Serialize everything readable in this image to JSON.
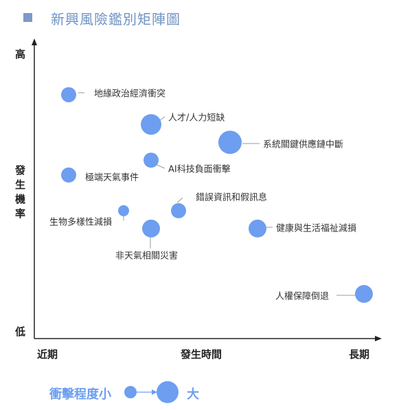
{
  "colors": {
    "bubble": "#6d9ef0",
    "title": "#6f93c4",
    "axis": "#222222",
    "leader": "#9a9a9a"
  },
  "chart_data": {
    "type": "scatter",
    "title": "新興風險鑑別矩陣圖",
    "xlabel": "發生時間",
    "ylabel": "發生機率",
    "x_ticks": {
      "low": "近期",
      "high": "長期"
    },
    "y_ticks": {
      "low": "低",
      "high": "高"
    },
    "xlim": [
      0,
      100
    ],
    "ylim": [
      0,
      100
    ],
    "size_legend": {
      "label": "衝擊程度小",
      "big": "大"
    },
    "points": [
      {
        "name": "地緣政治經濟衝突",
        "x": 10,
        "y": 82,
        "impact": 2
      },
      {
        "name": "人才/人力短缺",
        "x": 34,
        "y": 72,
        "impact": 4
      },
      {
        "name": "系統關鍵供應鏈中斷",
        "x": 57,
        "y": 66,
        "impact": 5
      },
      {
        "name": "AI科技負面衝擊",
        "x": 34,
        "y": 60,
        "impact": 2
      },
      {
        "name": "極端天氣事件",
        "x": 10,
        "y": 55,
        "impact": 2
      },
      {
        "name": "錯誤資訊和假訊息",
        "x": 42,
        "y": 43,
        "impact": 2
      },
      {
        "name": "生物多樣性減損",
        "x": 26,
        "y": 43,
        "impact": 1
      },
      {
        "name": "非天氣相關災害",
        "x": 34,
        "y": 37,
        "impact": 3
      },
      {
        "name": "健康與生活福祉減損",
        "x": 65,
        "y": 37,
        "impact": 3
      },
      {
        "name": "人權保障倒退",
        "x": 96,
        "y": 15,
        "impact": 3
      }
    ]
  }
}
